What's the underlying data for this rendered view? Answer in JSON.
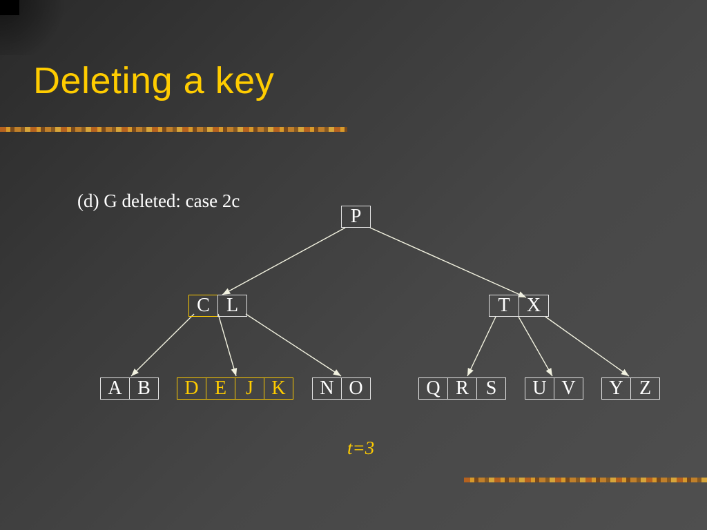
{
  "slide": {
    "title": "Deleting a key",
    "caption": "(d) G deleted: case 2c",
    "t_label": "t=3"
  },
  "colors": {
    "title": "#ffcc00",
    "highlight": "#ffcc00",
    "text": "#ffffff",
    "edge": "#f2f2e0"
  },
  "tree": {
    "root": {
      "keys": [
        "P"
      ]
    },
    "level1": [
      {
        "keys": [
          "C",
          "L"
        ]
      },
      {
        "keys": [
          "T",
          "X"
        ]
      }
    ],
    "leaves": [
      {
        "keys": [
          "A",
          "B"
        ]
      },
      {
        "keys": [
          "D",
          "E",
          "J",
          "K"
        ],
        "highlighted": true
      },
      {
        "keys": [
          "N",
          "O"
        ]
      },
      {
        "keys": [
          "Q",
          "R",
          "S"
        ]
      },
      {
        "keys": [
          "U",
          "V"
        ]
      },
      {
        "keys": [
          "Y",
          "Z"
        ]
      }
    ]
  }
}
